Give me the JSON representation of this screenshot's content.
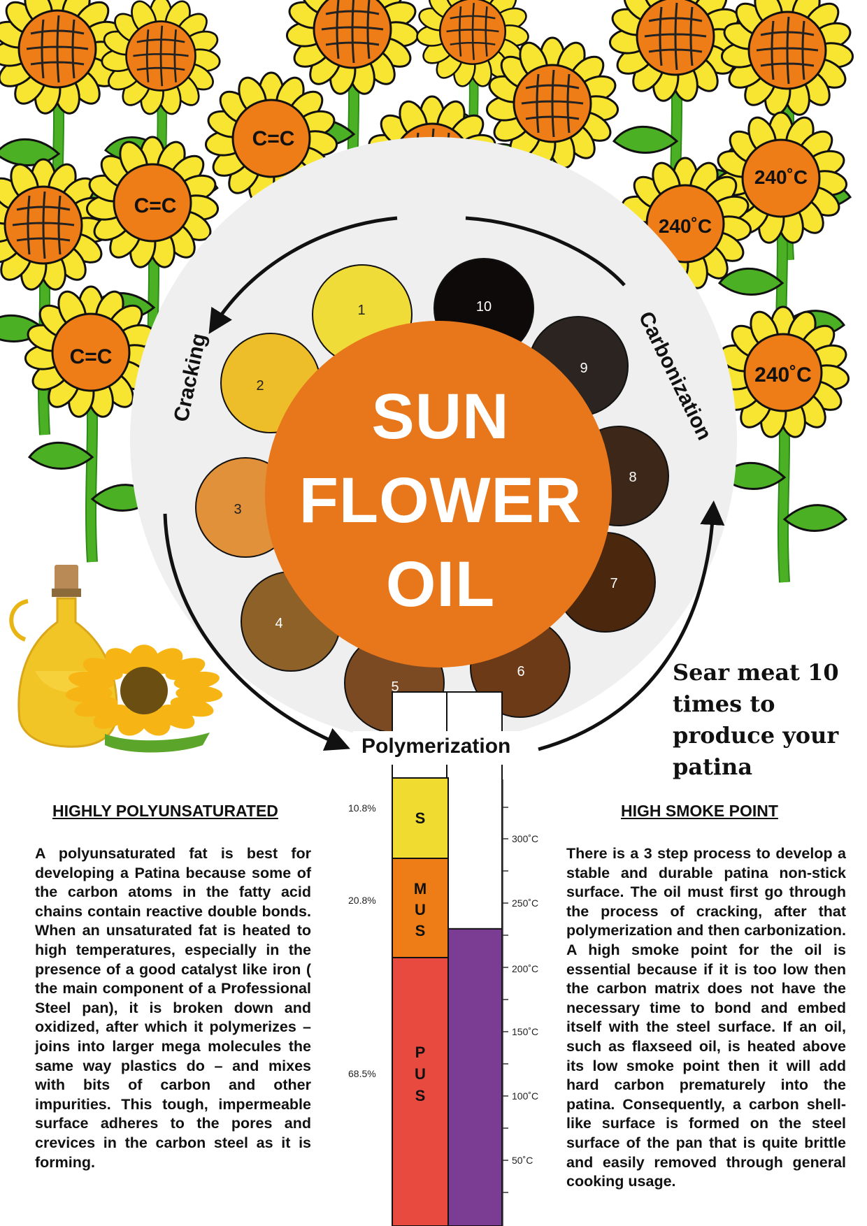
{
  "colors": {
    "title_circle": "#E8761A",
    "flower_head": "#EE7D17",
    "petals_yellow": "#F7E531",
    "stem": "#42A020",
    "saturated": "#F0DC30",
    "monounsaturated": "#EE7C17",
    "polyunsaturated": "#E84A40",
    "smoke_point_bar": "#7B3D93",
    "patina_scale": [
      "#F0DC38",
      "#EEBD2A",
      "#E0913A",
      "#8E6128",
      "#7B4A23",
      "#6D3A18",
      "#4B270E",
      "#3D2718",
      "#2C2420",
      "#0E0A0A"
    ]
  },
  "flower_labels": {
    "double_bond": "C=C",
    "temperature": "240˚C"
  },
  "title": {
    "line1": "SUN",
    "line2": "FLOWER",
    "line3": "OIL"
  },
  "cycle": {
    "cracking": "Cracking",
    "carbonization": "Carbonization",
    "polymerization": "Polymerization"
  },
  "patina_steps": [
    "1",
    "2",
    "3",
    "4",
    "5",
    "6",
    "7",
    "8",
    "9",
    "10"
  ],
  "sear_text": "Sear meat 10 times to produce your patina",
  "fat_bar": {
    "segments": [
      {
        "label": "S",
        "percent": "10.8%"
      },
      {
        "label": "MUS",
        "percent": "20.8%"
      },
      {
        "label": "PUS",
        "percent": "68.5%"
      }
    ]
  },
  "temperature_scale": {
    "ticks": [
      "300˚C",
      "250˚C",
      "200˚C",
      "150˚C",
      "100˚C",
      "50˚C"
    ],
    "smoke_point_celsius": 230
  },
  "left_section": {
    "heading": "HIGHLY POLYUNSATURATED",
    "body": "A polyunsaturated fat is best for developing a Patina because some of the carbon atoms in the fatty acid chains contain reactive double bonds. When an unsaturated fat is heated to high temperatures, especially in the presence of a good catalyst like iron ( the main component of a Professional Steel pan), it is broken down and oxidized, after which it polymerizes – joins into larger mega molecules the same way plastics do – and mixes with bits of carbon and other impurities. This tough, impermeable surface adheres to the pores and crevices in the carbon steel as it is forming."
  },
  "right_section": {
    "heading": "HIGH SMOKE POINT",
    "body": "There is a 3 step process to develop a stable and durable patina non-stick surface. The oil must first go through the process of cracking, after that polymerization and then carbonization. A high smoke point for the oil is essential because if it is too low then the carbon matrix does not have the necessary time to bond and embed itself with the steel surface. If an oil, such as flaxseed oil, is heated above its low smoke point then it will add hard carbon prematurely into the patina. Consequently, a carbon shell-like surface is formed on the steel surface of the pan that is quite brittle and easily removed through general cooking usage."
  }
}
